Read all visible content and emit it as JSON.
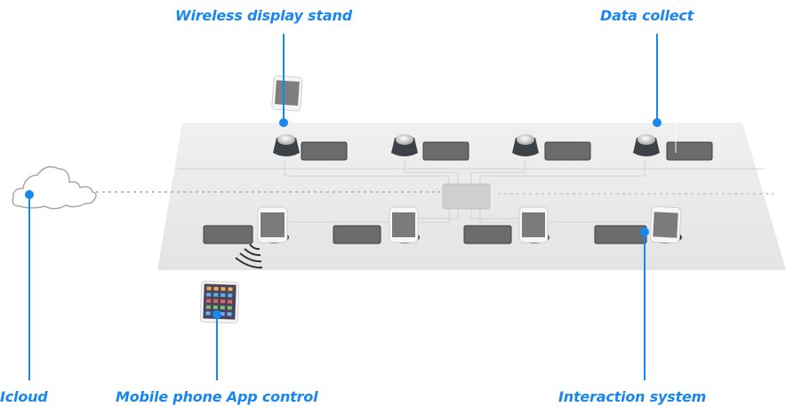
{
  "diagram": {
    "title": "Smart retail display system",
    "callouts": {
      "wireless_display_stand": "Wireless display stand",
      "data_collect": "Data collect",
      "icloud": "Icloud",
      "mobile_app_control": "Mobile phone App control",
      "interaction_system": "Interaction system"
    },
    "accent_color": "#1a87f0",
    "components": {
      "back_row": [
        "sensor-puck",
        "tablet",
        "sensor-puck",
        "tablet",
        "sensor-puck",
        "tablet",
        "sensor-puck",
        "tablet"
      ],
      "front_row": [
        "tablet",
        "phone-on-stand",
        "tablet",
        "phone-on-stand",
        "tablet",
        "phone-on-stand",
        "tablet",
        "phone-on-stand"
      ],
      "center": "hub",
      "external": [
        "cloud",
        "floating-phone",
        "smartphone-app",
        "wireless-signal"
      ]
    }
  }
}
